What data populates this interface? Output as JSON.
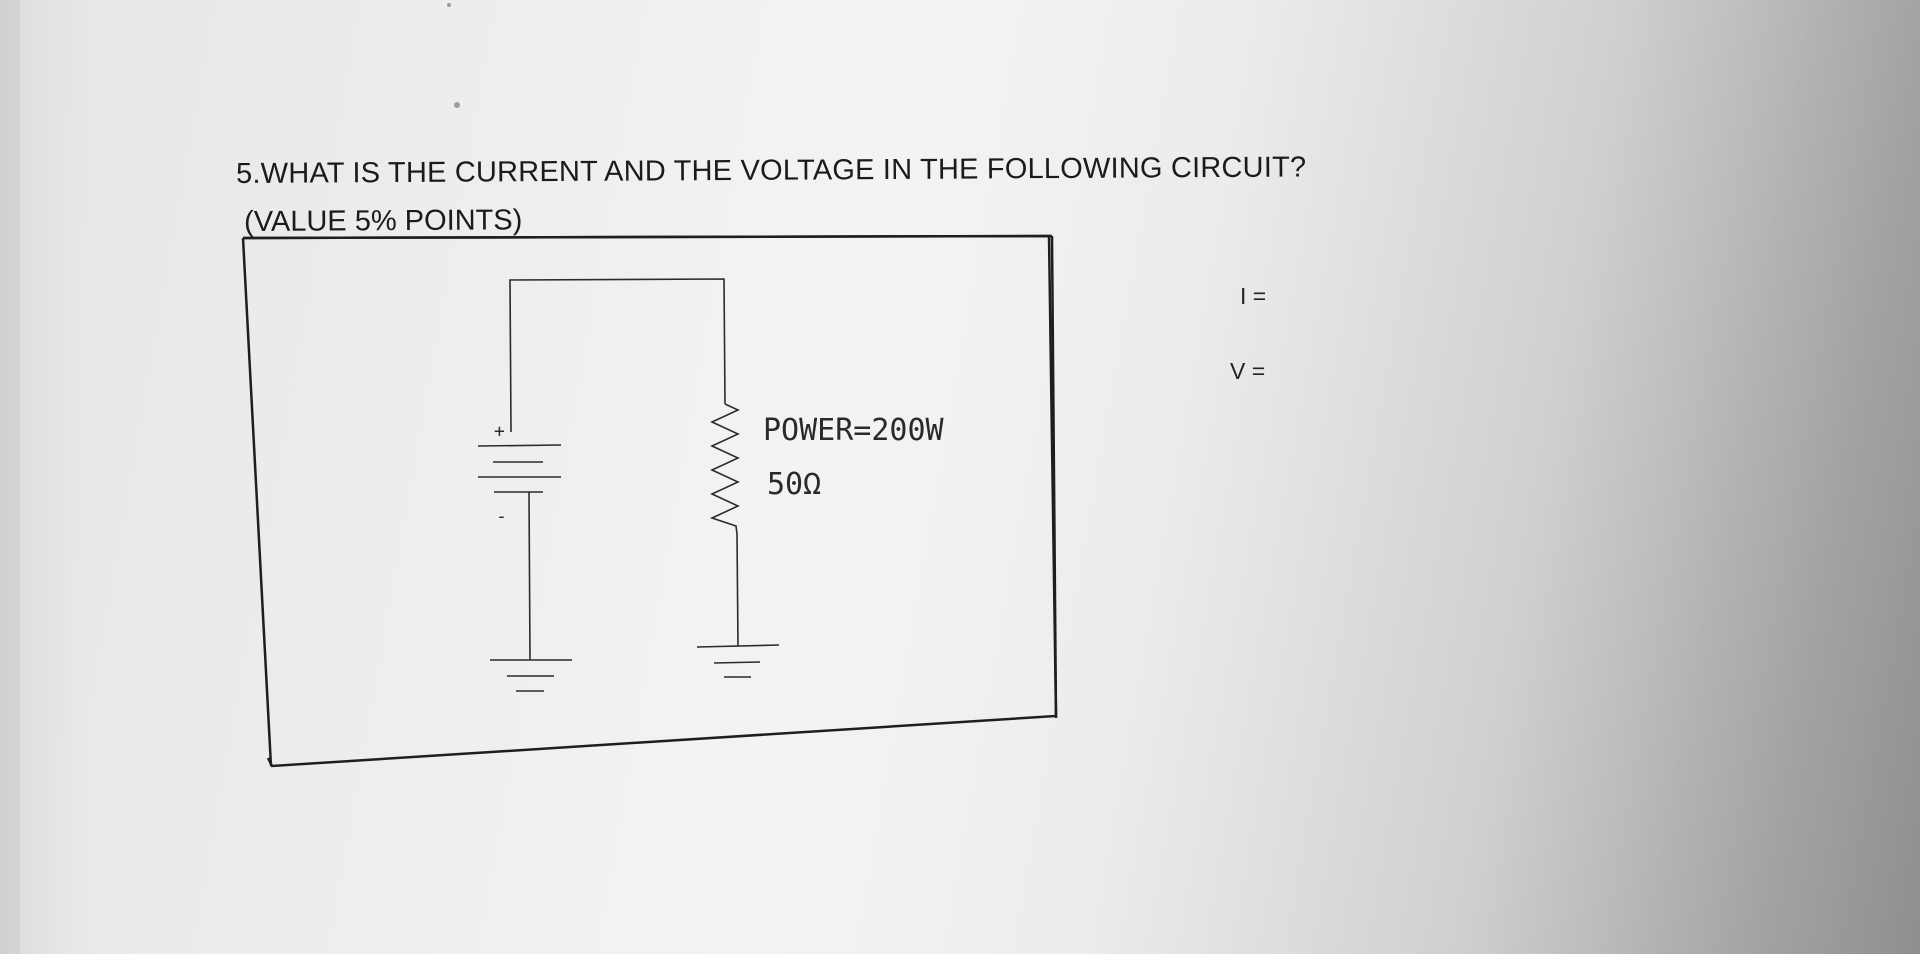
{
  "question": {
    "text": "5.WHAT IS THE CURRENT AND THE VOLTAGE IN THE FOLLOWING CIRCUIT?",
    "value_note": "(VALUE 5% POINTS)"
  },
  "circuit": {
    "battery_plus": "+",
    "battery_minus": "-",
    "power_label": "POWER=200W",
    "resistance_label": "50Ω"
  },
  "answers": {
    "current_label": "I =",
    "voltage_label": "V ="
  }
}
